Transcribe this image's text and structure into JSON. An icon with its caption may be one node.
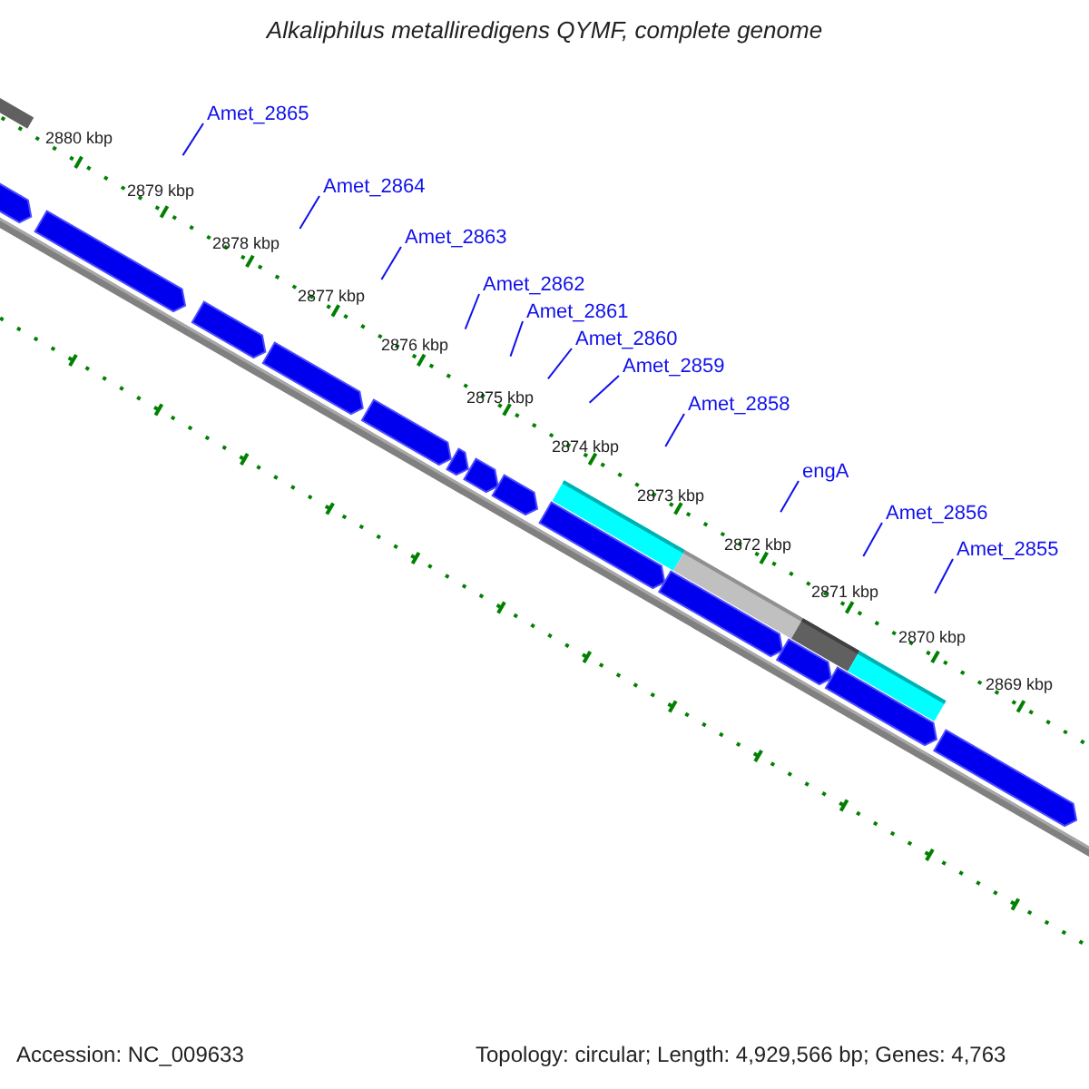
{
  "diagram": {
    "title": "Alkaliphilus metalliredigens QYMF, complete genome",
    "nodes": [
      {
        "text": [
          "Amet_2865"
        ]
      },
      {
        "text": [
          "Amet_2864"
        ]
      },
      {
        "text": [
          "Amet_2863"
        ]
      },
      {
        "text": [
          "Amet_2862"
        ]
      },
      {
        "text": [
          "Amet_2861"
        ]
      },
      {
        "text": [
          "Amet_2860"
        ]
      },
      {
        "text": [
          "Amet_2859"
        ]
      },
      {
        "text": [
          "Amet_2858"
        ]
      },
      {
        "text": [
          "engA"
        ]
      },
      {
        "text": [
          "Amet_2856"
        ]
      },
      {
        "text": [
          "Amet_2855"
        ]
      }
    ],
    "edges": [
      {
        "from": 0,
        "to": null,
        "arrow": "none"
      },
      {
        "from": 1,
        "to": null,
        "arrow": "none"
      },
      {
        "from": 2,
        "to": null,
        "arrow": "none"
      },
      {
        "from": 3,
        "to": null,
        "arrow": "none"
      },
      {
        "from": 4,
        "to": null,
        "arrow": "none"
      },
      {
        "from": 5,
        "to": null,
        "arrow": "none"
      },
      {
        "from": 6,
        "to": null,
        "arrow": "none"
      },
      {
        "from": 7,
        "to": null,
        "arrow": "none"
      },
      {
        "from": 8,
        "to": null,
        "arrow": "none"
      },
      {
        "from": 9,
        "to": null,
        "arrow": "none"
      },
      {
        "from": 10,
        "to": null,
        "arrow": "none"
      }
    ],
    "labels": [
      "2880 kbp",
      "2879 kbp",
      "2878 kbp",
      "2877 kbp",
      "2876 kbp",
      "2875 kbp",
      "2874 kbp",
      "2873 kbp",
      "2872 kbp",
      "2871 kbp",
      "2870 kbp",
      "2869 kbp",
      "Accession: NC_009633",
      "Topology: circular; Length: 4,929,566 bp; Genes: 4,763"
    ]
  }
}
